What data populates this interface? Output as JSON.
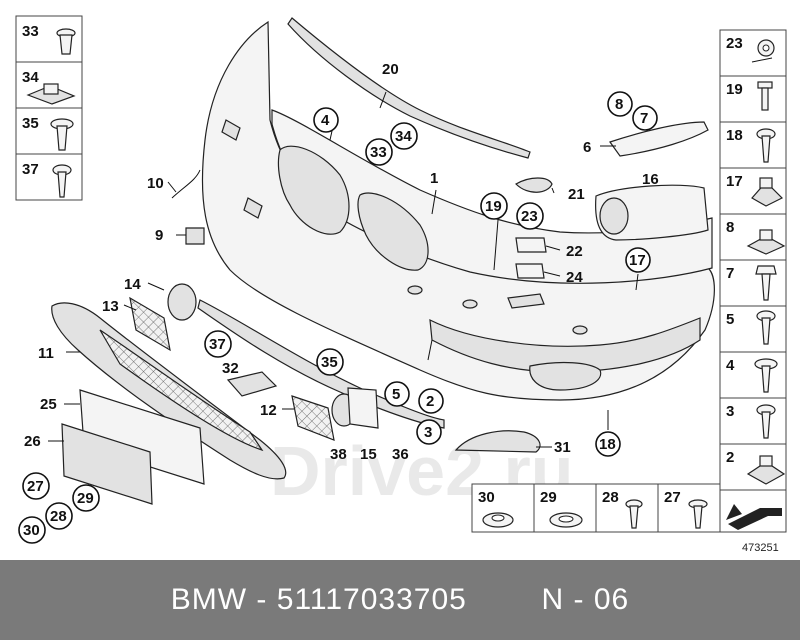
{
  "diagram": {
    "image_number": "473251",
    "watermark": "Drive2.ru",
    "callouts_main": [
      "1",
      "2",
      "3",
      "4",
      "5",
      "6",
      "7",
      "8",
      "9",
      "10",
      "11",
      "12",
      "13",
      "14",
      "15",
      "16",
      "17",
      "18",
      "19",
      "20",
      "21",
      "22",
      "23",
      "24",
      "25",
      "26",
      "27",
      "28",
      "29",
      "30",
      "31",
      "32",
      "33",
      "34",
      "35",
      "36",
      "37",
      "38"
    ],
    "left_column": [
      "33",
      "34",
      "35",
      "37"
    ],
    "right_column": [
      "23",
      "19",
      "18",
      "17",
      "8",
      "7",
      "5",
      "4",
      "3",
      "2"
    ],
    "bottom_row": [
      "30",
      "29",
      "28",
      "27"
    ]
  },
  "caption": {
    "brand": "BMW",
    "part_number": "51117033705",
    "code": "N - 06"
  }
}
